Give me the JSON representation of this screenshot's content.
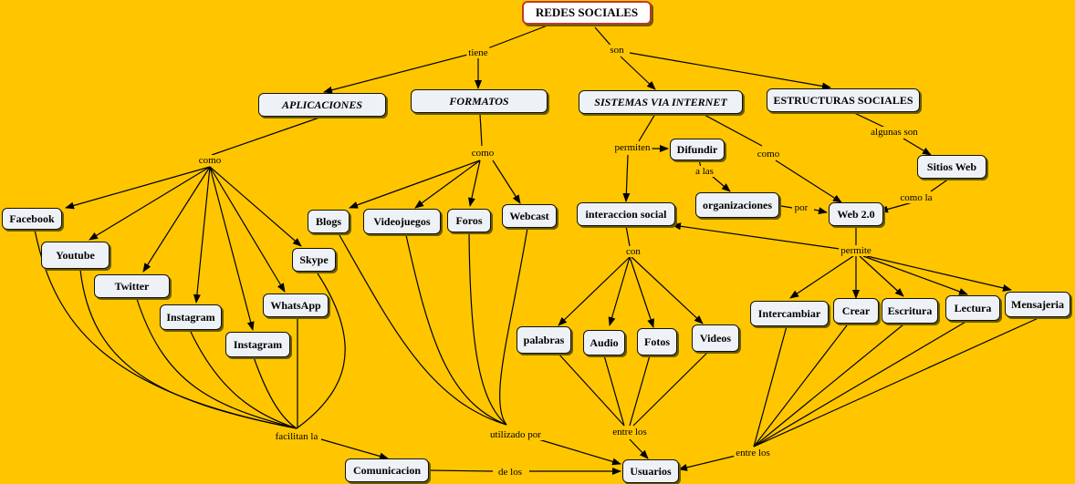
{
  "nodes": {
    "redes": "REDES SOCIALES",
    "aplicaciones": "APLICACIONES",
    "formatos": "FORMATOS",
    "sistemas": "SISTEMAS VIA INTERNET",
    "estructuras": "ESTRUCTURAS SOCIALES",
    "difundir": "Difundir",
    "sitios_web": "Sitios Web",
    "facebook": "Facebook",
    "youtube": "Youtube",
    "twitter": "Twitter",
    "instagram1": "Instagram",
    "instagram2": "Instagram",
    "whatsapp": "WhatsApp",
    "skype": "Skype",
    "blogs": "Blogs",
    "videojuegos": "Videojuegos",
    "foros": "Foros",
    "webcast": "Webcast",
    "interaccion": "interaccion social",
    "organizaciones": "organizaciones",
    "web20": "Web 2.0",
    "palabras": "palabras",
    "audio": "Audio",
    "fotos": "Fotos",
    "videos": "Videos",
    "intercambiar": "Intercambiar",
    "crear": "Crear",
    "escritura": "Escritura",
    "lectura": "Lectura",
    "mensajeria": "Mensajeria",
    "comunicacion": "Comunicacion",
    "usuarios": "Usuarios"
  },
  "links": {
    "tiene": "tiene",
    "son": "son",
    "como_apps": "como",
    "como_formatos": "como",
    "permiten": "permiten",
    "a_las": "a las",
    "como_sistemas": "como",
    "algunas_son": "algunas son",
    "como_la": "como la",
    "por": "por",
    "con": "con",
    "permite": "permite",
    "facilitan_la": "facilitan la",
    "utilizado_por": "utilizado por",
    "entre_los_1": "entre los",
    "entre_los_2": "entre los",
    "de_los": "de los"
  }
}
